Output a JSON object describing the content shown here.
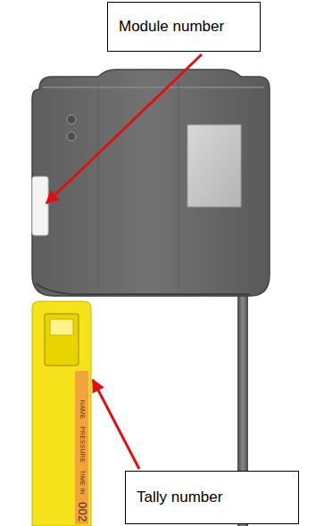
{
  "diagram": {
    "nodes": [
      {
        "text": [
          "Module number"
        ]
      },
      {
        "text": [
          "Tally number"
        ]
      }
    ],
    "labels": [
      "NAME",
      "PRESSURE",
      "TIME IN",
      "002"
    ]
  }
}
